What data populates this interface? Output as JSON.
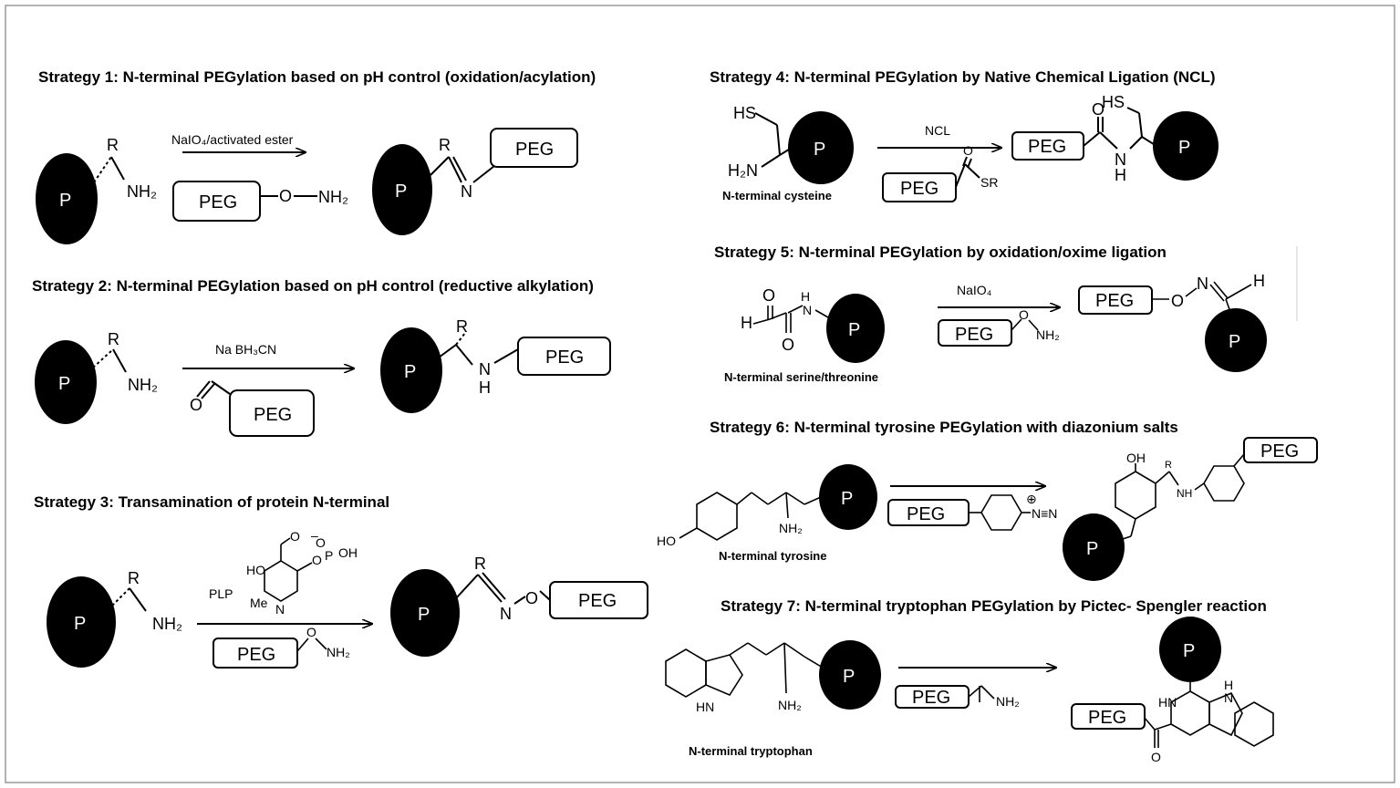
{
  "strategies": {
    "s1": {
      "title": "Strategy 1: N-terminal PEGylation based on pH control (oxidation/acylation)",
      "reagent": "NaIO₄/activated ester"
    },
    "s2": {
      "title": "Strategy 2: N-terminal PEGylation based on pH control (reductive alkylation)",
      "reagent": "Na BH₃CN"
    },
    "s3": {
      "title": "Strategy 3: Transamination of protein N-terminal",
      "reagent": "PLP"
    },
    "s4": {
      "title": "Strategy 4: N-terminal PEGylation by Native Chemical Ligation (NCL)",
      "reagent": "NCL",
      "caption": "N-terminal cysteine"
    },
    "s5": {
      "title": "Strategy 5: N-terminal PEGylation by  oxidation/oxime ligation",
      "reagent": "NaIO₄",
      "caption": "N-terminal serine/threonine"
    },
    "s6": {
      "title": "Strategy  6: N-terminal tyrosine PEGylation with diazonium salts",
      "caption": "N-terminal tyrosine"
    },
    "s7": {
      "title": "Strategy  7: N-terminal tryptophan PEGylation by Pictec- Spengler reaction",
      "caption": "N-terminal tryptophan"
    }
  },
  "labels": {
    "peg": "PEG",
    "protein": "P",
    "r": "R",
    "nh2": "NH₂",
    "n": "N",
    "o": "O",
    "h": "H",
    "hs": "HS",
    "h2n": "H₂N",
    "sr": "SR",
    "ho": "HO",
    "oh": "OH",
    "me": "Me",
    "nh": "NH",
    "hn": "HN",
    "nn": "N≡N",
    "plus": "⊕",
    "minus": "–",
    "p_atom": "P"
  }
}
